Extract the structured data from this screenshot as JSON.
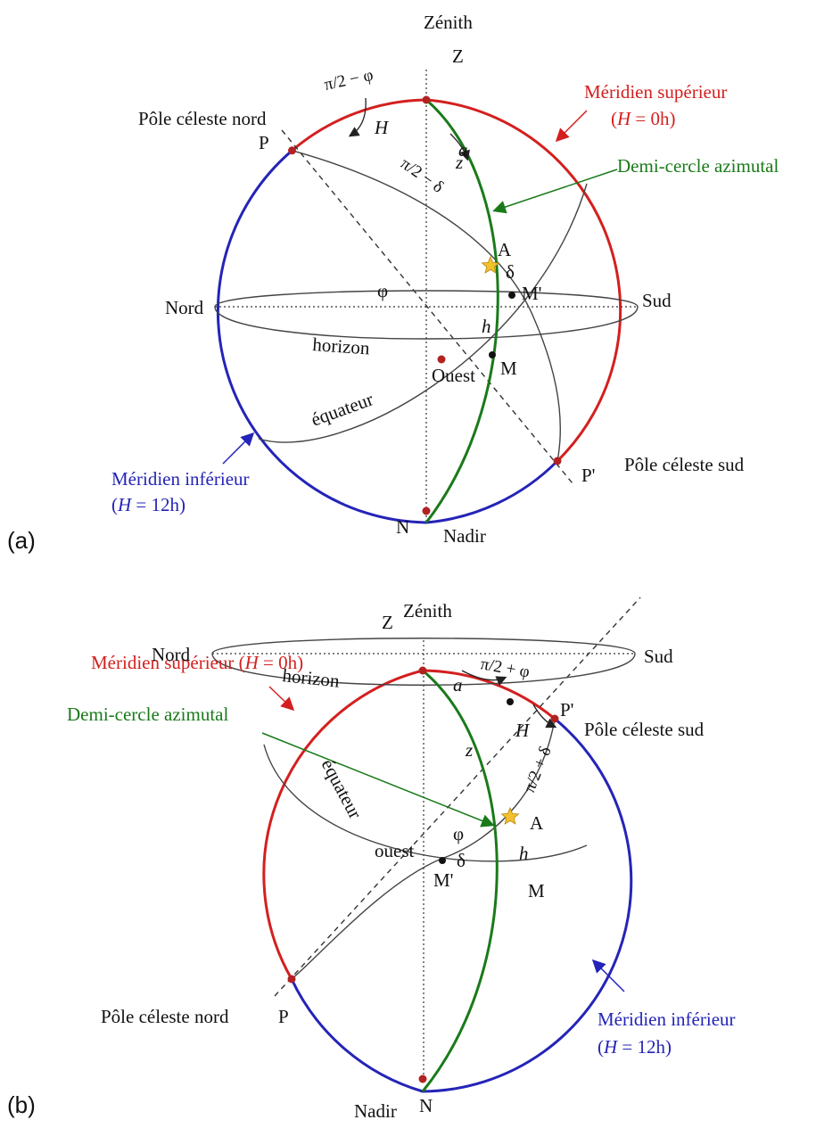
{
  "diagram_a": {
    "tag": "(a)",
    "zenith": "Zénith",
    "z_point": "Z",
    "nadir": "Nadir",
    "n_point": "N",
    "north": "Nord",
    "south": "Sud",
    "west": "Ouest",
    "pole_north": "Pôle céleste nord",
    "pole_south": "Pôle céleste sud",
    "p_point": "P",
    "p_prime": "P'",
    "upper_meridian_1": "Méridien supérieur",
    "upper_meridian_2_pre": "(",
    "upper_meridian_2_h": "H",
    "upper_meridian_2_post": " = 0h)",
    "lower_meridian_1": "Méridien inférieur",
    "lower_meridian_2_pre": "(",
    "lower_meridian_2_h": "H",
    "lower_meridian_2_post": " = 12h)",
    "azimuthal": "Demi-cercle azimutal",
    "horizon": "horizon",
    "equator": "équateur",
    "star": "A",
    "m_point": "M",
    "m_prime": "M'",
    "angle_pi2_phi": "π/2 − φ",
    "angle_H": "H",
    "angle_pi2_delta": "π/2 − δ",
    "angle_a": "a",
    "angle_z": "z",
    "angle_delta": "δ",
    "angle_h": "h",
    "angle_phi": "φ"
  },
  "diagram_b": {
    "tag": "(b)",
    "zenith": "Zénith",
    "z_point": "Z",
    "nadir": "Nadir",
    "n_point": "N",
    "north": "Nord",
    "south": "Sud",
    "west": "ouest",
    "pole_north": "Pôle céleste nord",
    "pole_south": "Pôle céleste sud",
    "p_point": "P",
    "p_prime": "P'",
    "upper_meridian_pre": "Méridien supérieur (",
    "upper_meridian_h": "H",
    "upper_meridian_post": " = 0h)",
    "lower_meridian_1": "Méridien inférieur",
    "lower_meridian_2_pre": "(",
    "lower_meridian_2_h": "H",
    "lower_meridian_2_post": " = 12h)",
    "azimuthal": "Demi-cercle azimutal",
    "horizon": "horizon",
    "equator": "équateur",
    "star": "A",
    "m_point": "M",
    "m_prime": "M'",
    "angle_pi2_phi": "π/2 + φ",
    "angle_H": "H",
    "angle_pi2_delta": "π/2 + δ",
    "angle_a": "a",
    "angle_z": "z",
    "angle_delta": "δ",
    "angle_h": "h",
    "angle_phi": "φ"
  },
  "colors": {
    "upper_meridian": "#d41f1f",
    "lower_meridian": "#2424b8",
    "azimuthal": "#1a7a1a",
    "star": "#f2c12e"
  }
}
